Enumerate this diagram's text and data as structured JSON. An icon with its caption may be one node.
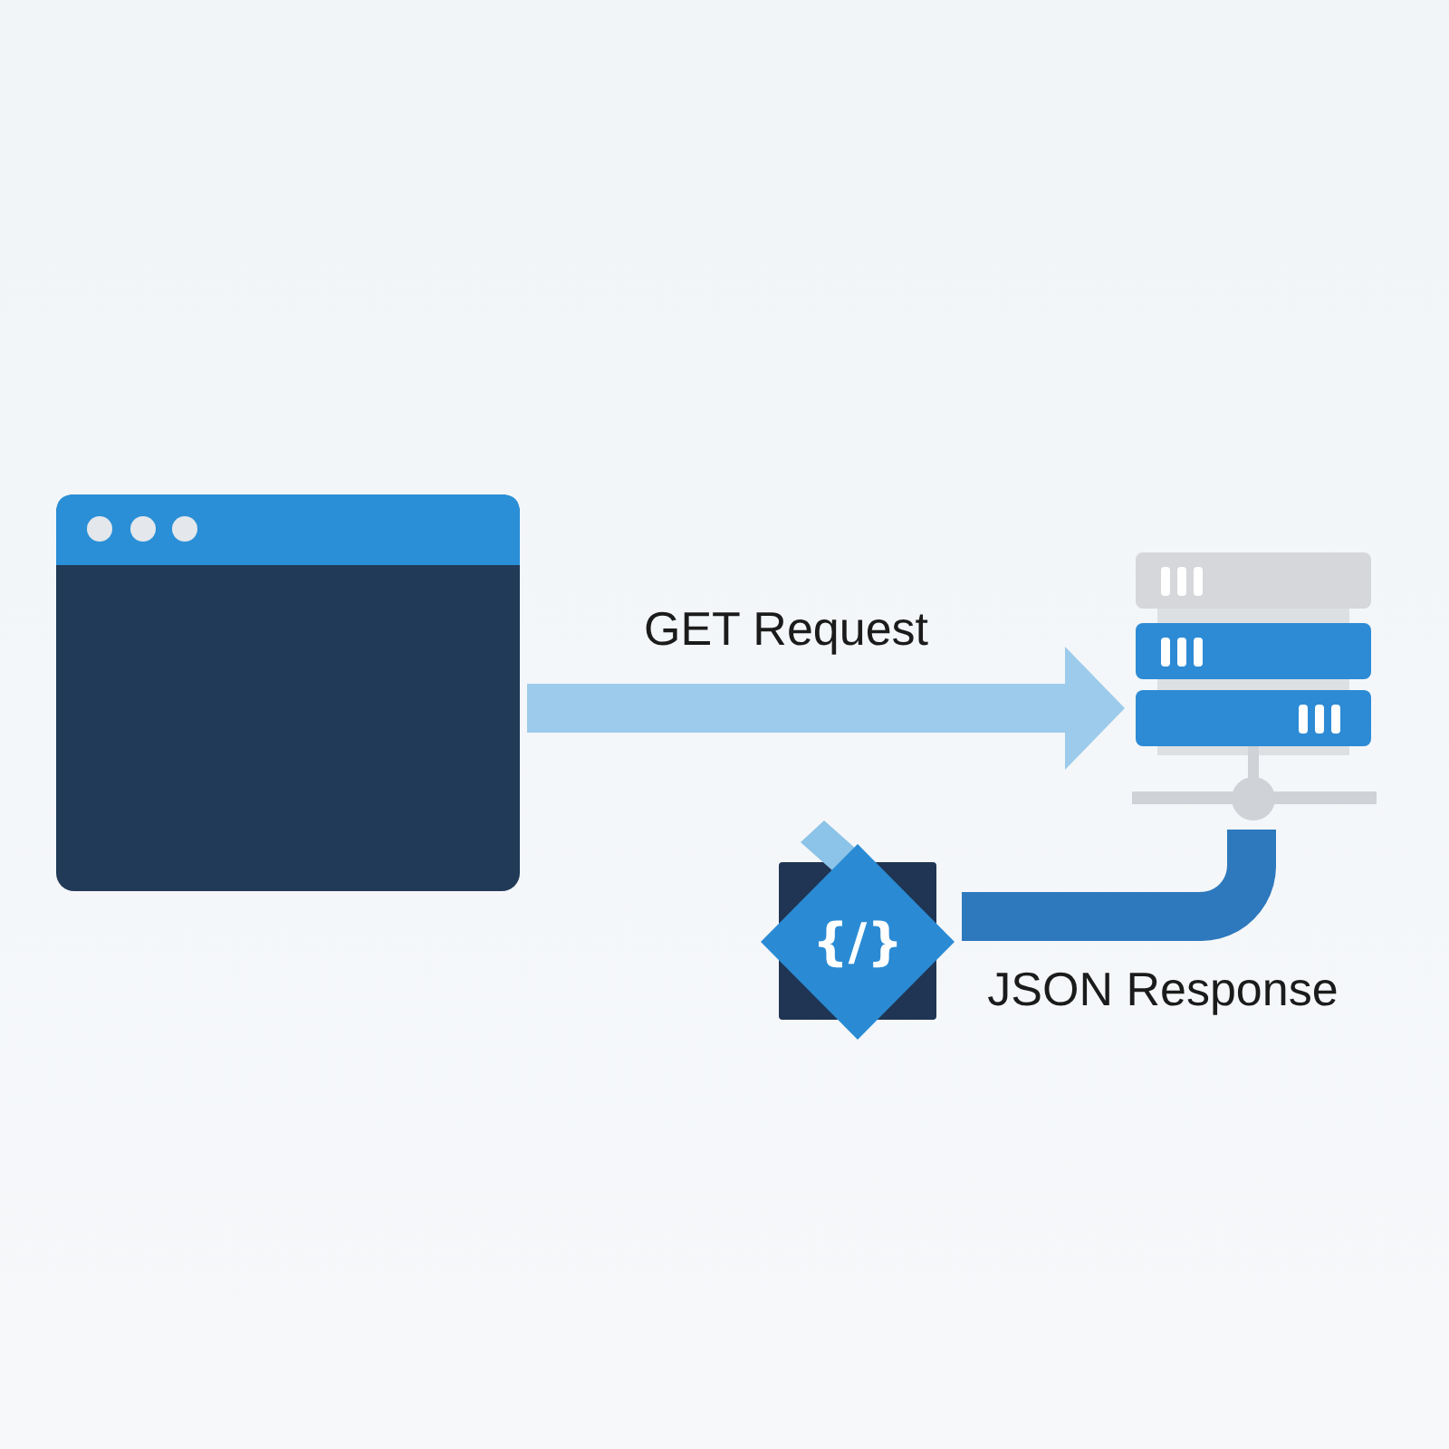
{
  "diagram": {
    "nodes": [
      {
        "text": [],
        "shape": "picture"
      },
      {
        "text": [],
        "shape": "picture"
      },
      {
        "text": [
          "{/}"
        ]
      }
    ],
    "edges": [
      {
        "from": 0,
        "to": 1,
        "arrow": "to",
        "label": "GET Request",
        "color": "#9dcbeb"
      },
      {
        "from": 1,
        "to": 2,
        "arrow": "none",
        "label": "JSON Response",
        "color": "#2e79bd"
      }
    ]
  }
}
